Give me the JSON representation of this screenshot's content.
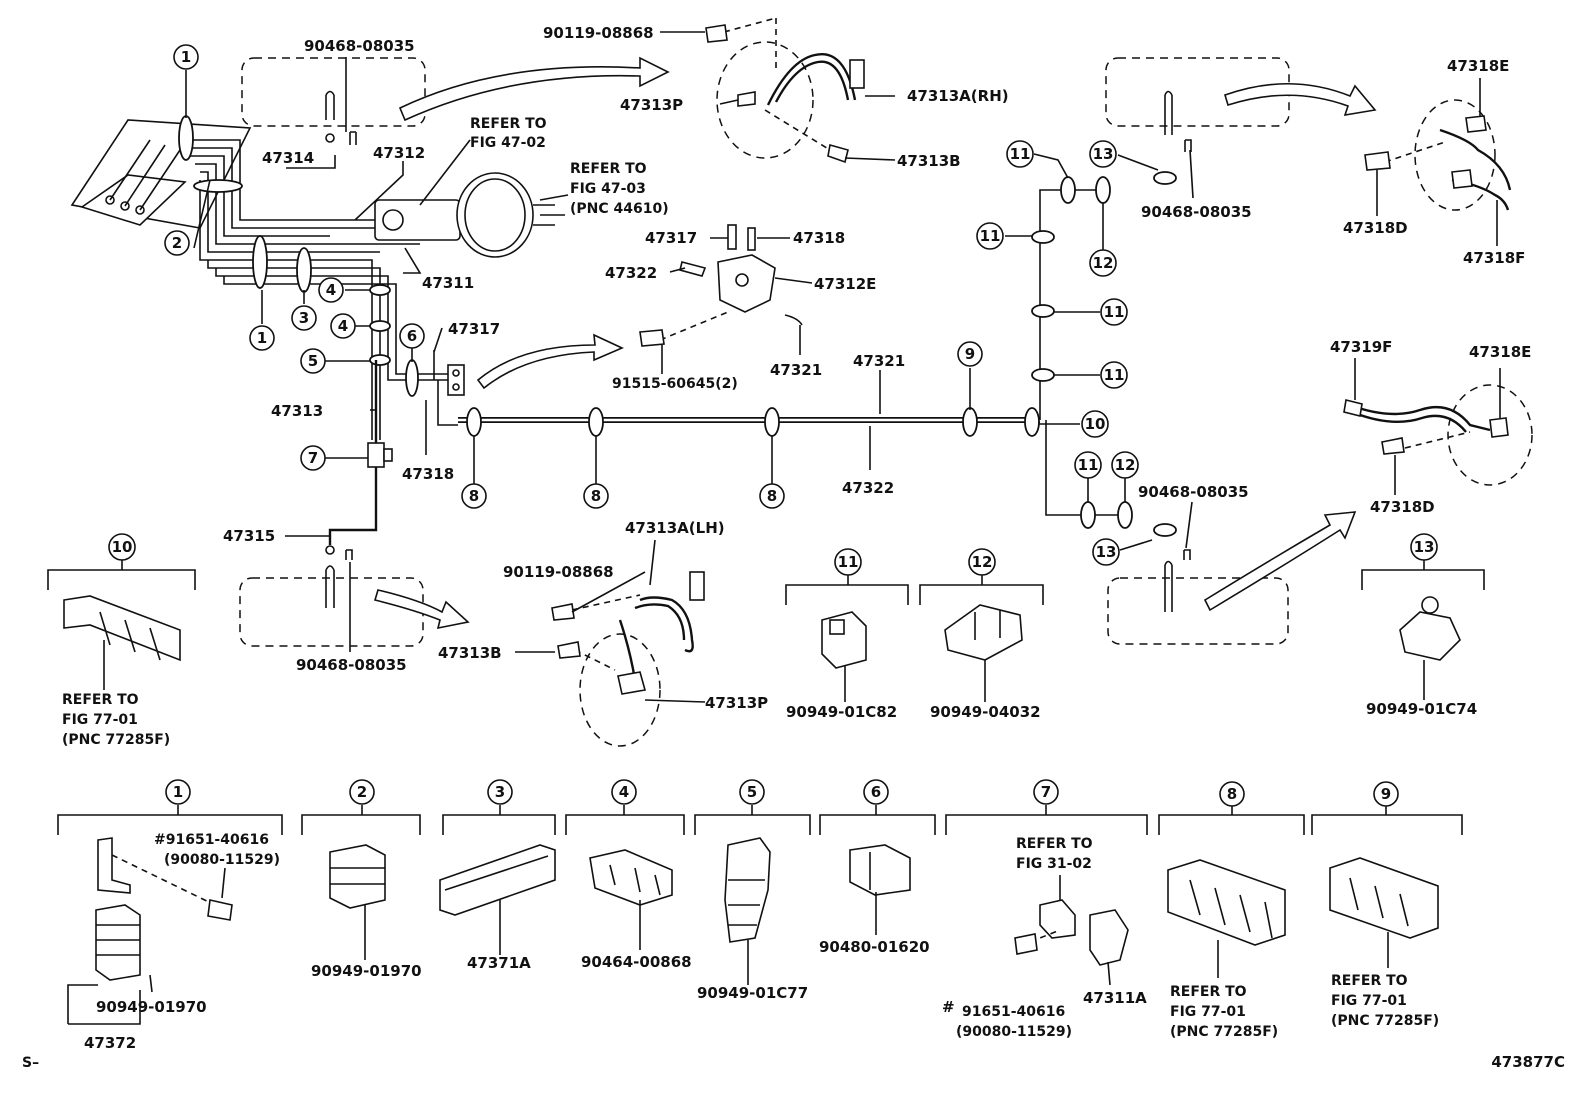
{
  "diagram_id": "473877C",
  "corner_mark": "S–",
  "circled_numbers": [
    "1",
    "2",
    "3",
    "4",
    "5",
    "6",
    "7",
    "8",
    "9",
    "10",
    "11",
    "12",
    "13"
  ],
  "labels": {
    "p90468_08035": "90468-08035",
    "p90119_08868": "90119-08868",
    "p47313A_RH": "47313A(RH)",
    "p47313P": "47313P",
    "p47313B": "47313B",
    "p47314": "47314",
    "p47312": "47312",
    "refer_fig_47_02_a": "REFER TO",
    "refer_fig_47_02_b": "FIG 47-02",
    "refer_fig_47_03_a": "REFER TO",
    "refer_fig_47_03_b": "FIG 47-03",
    "refer_fig_47_03_c": "(PNC 44610)",
    "p47311": "47311",
    "p47317": "47317",
    "p47318": "47318",
    "p47322": "47322",
    "p47312E": "47312E",
    "p91515_60645": "91515-60645(2)",
    "p47321": "47321",
    "p47313": "47313",
    "p47315": "47315",
    "p47313A_LH": "47313A(LH)",
    "p47318E": "47318E",
    "p47318D": "47318D",
    "p47318F": "47318F",
    "p47319F": "47319F",
    "p90949_01C82": "90949-01C82",
    "p90949_04032": "90949-04032",
    "p90949_01C74": "90949-01C74",
    "refer_fig_77_01_a": "REFER TO",
    "refer_fig_77_01_b": "FIG 77-01",
    "refer_fig_77_01_c": "(PNC 77285F)",
    "p91651_40616": "#91651-40616",
    "p90080_11529": "(90080-11529)",
    "p90949_01970": "90949-01970",
    "p47372": "47372",
    "p47371A": "47371A",
    "p90464_00868": "90464-00868",
    "p90949_01C77": "90949-01C77",
    "p90480_01620": "90480-01620",
    "refer_fig_31_02_a": "REFER TO",
    "refer_fig_31_02_b": "FIG 31-02",
    "p91651_40616_b": "91651-40616",
    "hash": "#",
    "p47311A": "47311A"
  }
}
